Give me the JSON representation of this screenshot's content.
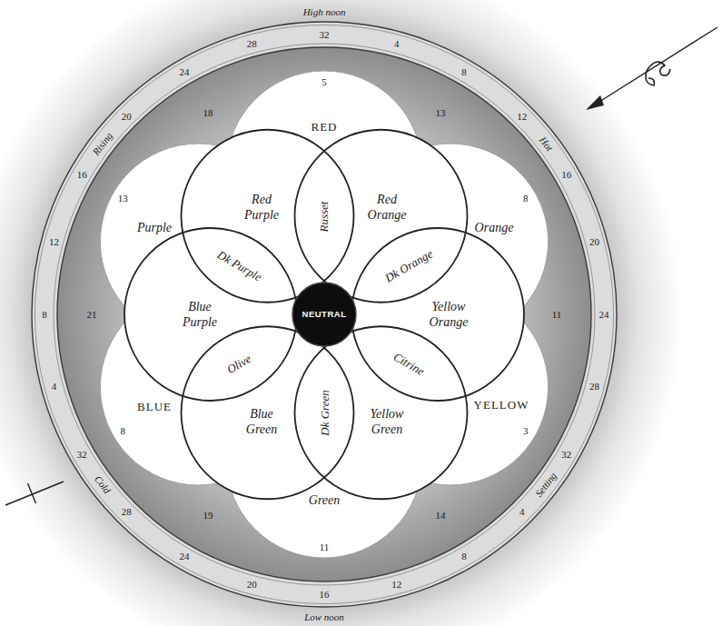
{
  "diagram": {
    "nodes": [
      {
        "text": [
          "RED"
        ]
      },
      {
        "text": [
          "Red Purple"
        ]
      },
      {
        "text": [
          "Russet"
        ]
      },
      {
        "text": [
          "Red Orange"
        ]
      },
      {
        "text": [
          "Purple"
        ]
      },
      {
        "text": [
          "Orange"
        ]
      },
      {
        "text": [
          "Dk Purple"
        ]
      },
      {
        "text": [
          "Dk Orange"
        ]
      },
      {
        "text": [
          "Blue Purple"
        ]
      },
      {
        "text": [
          "NEUTRAL"
        ]
      },
      {
        "text": [
          "Yellow Orange"
        ]
      },
      {
        "text": [
          "Olive"
        ]
      },
      {
        "text": [
          "Citrine"
        ]
      },
      {
        "text": [
          "BLUE"
        ]
      },
      {
        "text": [
          "Dk Green"
        ]
      },
      {
        "text": [
          "YELLOW"
        ]
      },
      {
        "text": [
          "Blue Green"
        ]
      },
      {
        "text": [
          "Yellow Green"
        ]
      },
      {
        "text": [
          "Green"
        ]
      }
    ],
    "labels": [
      "High noon",
      "Hot",
      "Setting",
      "Low noon",
      "Cold",
      "Rising",
      "32",
      "4",
      "8",
      "12",
      "16",
      "20",
      "24",
      "28",
      "32",
      "4",
      "8",
      "12",
      "16",
      "20",
      "24",
      "28",
      "32",
      "4",
      "8",
      "12",
      "16",
      "20",
      "24",
      "28",
      "5",
      "13",
      "8",
      "11",
      "3",
      "14",
      "11",
      "19",
      "8",
      "21",
      "13",
      "18"
    ]
  }
}
